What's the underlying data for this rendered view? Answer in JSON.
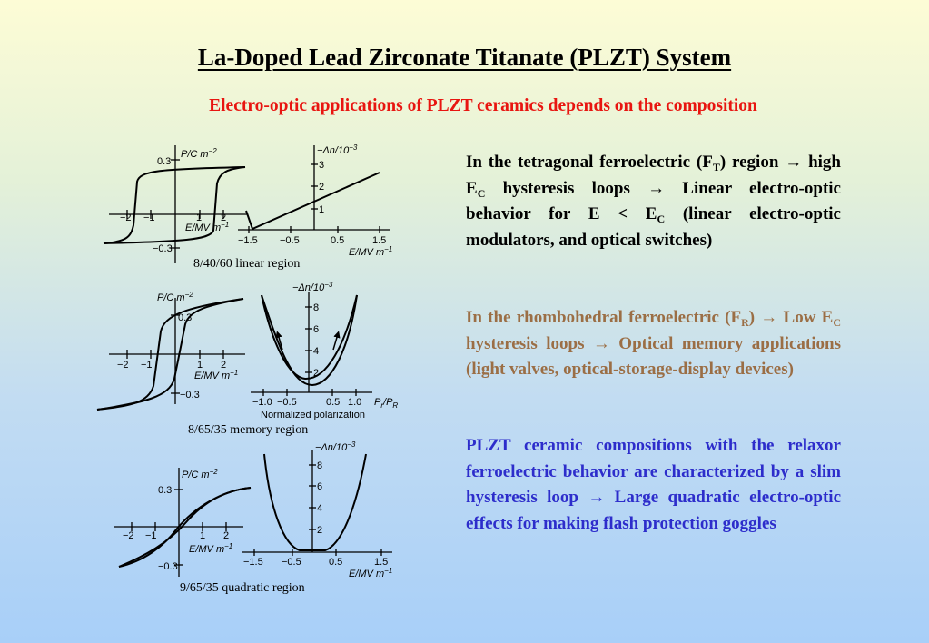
{
  "slide": {
    "title": "La-Doped Lead Zirconate Titanate (PLZT) System",
    "subtitle": "Electro-optic applications of PLZT ceramics depends on the composition"
  },
  "figures": [
    {
      "caption": "8/40/60 linear region",
      "pe_plot": {
        "ylabel": "P/C m",
        "ylabel_exp": "−2",
        "xlabel": "E/MV m",
        "xlabel_exp": "−1",
        "x_ticks": [
          "−2",
          "−1",
          "1",
          "2"
        ],
        "y_ticks": [
          "0.3",
          "−0.3"
        ]
      },
      "optic_plot": {
        "ylabel": "−Δn/10",
        "ylabel_exp": "−3",
        "xlabel": "E/MV m",
        "xlabel_exp": "−1",
        "x_ticks": [
          "−1.5",
          "−0.5",
          "0.5",
          "1.5"
        ],
        "y_ticks": [
          "3",
          "2",
          "1"
        ]
      }
    },
    {
      "caption": "8/65/35 memory region",
      "pe_plot": {
        "ylabel": "P/C m",
        "ylabel_exp": "−2",
        "xlabel": "E/MV m",
        "xlabel_exp": "−1",
        "x_ticks": [
          "−2",
          "−1",
          "1",
          "2"
        ],
        "y_ticks": [
          "0.3",
          "−0.3"
        ]
      },
      "optic_plot": {
        "ylabel": "−Δn/10",
        "ylabel_exp": "−3",
        "xlabel": "Normalized polarization",
        "axis_end_label": "P",
        "axis_end_sub1": "r",
        "axis_end_mid": "/P",
        "axis_end_sub2": "R",
        "x_ticks": [
          "−1.0",
          "−0.5",
          "0.5",
          "1.0"
        ],
        "y_ticks": [
          "8",
          "6",
          "4",
          "2"
        ]
      }
    },
    {
      "caption": "9/65/35 quadratic region",
      "pe_plot": {
        "ylabel": "P/C m",
        "ylabel_exp": "−2",
        "xlabel": "E/MV m",
        "xlabel_exp": "−1",
        "x_ticks": [
          "−2",
          "−1",
          "1",
          "2"
        ],
        "y_ticks": [
          "0.3",
          "−0.3"
        ]
      },
      "optic_plot": {
        "ylabel": "−Δn/10",
        "ylabel_exp": "−3",
        "xlabel": "E/MV m",
        "xlabel_exp": "−1",
        "x_ticks": [
          "−1.5",
          "−0.5",
          "0.5",
          "1.5"
        ],
        "y_ticks": [
          "8",
          "6",
          "4",
          "2"
        ]
      }
    }
  ],
  "paragraphs": [
    {
      "color": "#000000",
      "t1": "In the tetragonal ferroelectric (F",
      "s1": "T",
      "t2": ") region → high E",
      "s2": "C",
      "t3": " hysteresis loops → Linear electro-optic behavior for E < E",
      "s3": "C",
      "t4": " (linear electro-optic modulators, and optical switches)"
    },
    {
      "color": "#9b6e45",
      "t1": "In the rhombohedral ferroelectric (F",
      "s1": "R",
      "t2": ") → Low E",
      "s2": "C",
      "t3": " hysteresis loops → Optical memory applications (light valves, optical-storage-display devices)"
    },
    {
      "color": "#2d2dcb",
      "text": "PLZT ceramic compositions with the relaxor ferroelectric behavior are characterized by a slim hysteresis loop → Large quadratic electro-optic effects for making flash protection goggles"
    }
  ]
}
